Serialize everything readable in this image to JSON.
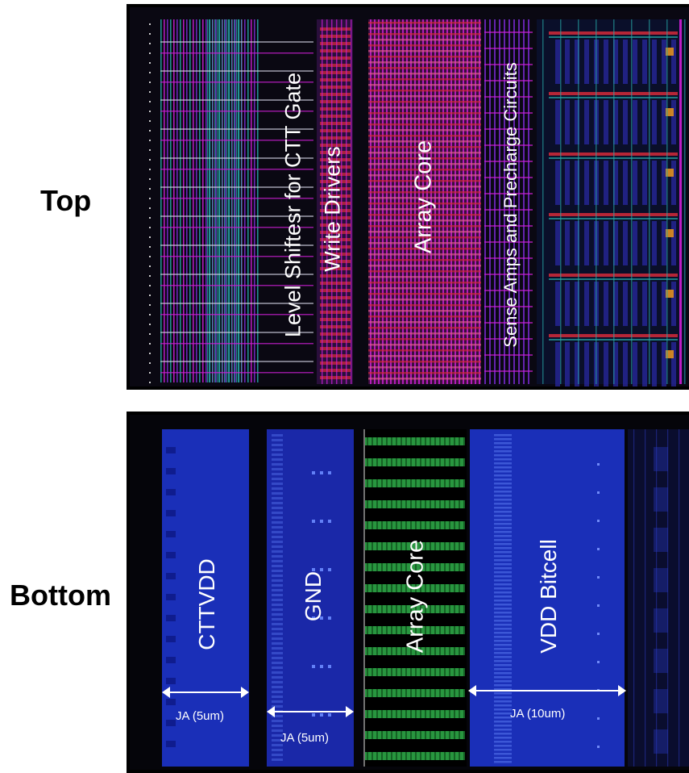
{
  "labels": {
    "top": "Top",
    "bottom": "Bottom"
  },
  "top_panel": {
    "regions": {
      "level_shifter": "Level Shiftesr for CTT Gate",
      "write_drivers": "Write Drivers",
      "array_core": "Array Core",
      "sense_amps": "Sense Amps and Precharge Circuits"
    }
  },
  "bottom_panel": {
    "regions": {
      "cttvdd": "CTTVDD",
      "gnd": "GND",
      "array_core": "Array Core",
      "vdd_bitcell": "VDD Bitcell"
    },
    "dimensions": {
      "cttvdd_width": "JA (5um)",
      "gnd_width": "JA (5um)",
      "vdd_bitcell_width": "JA (10um)"
    }
  },
  "colors": {
    "metal_blue": "#1a2fb8",
    "magenta": "#d01fd8",
    "purple": "#7a2bd4",
    "teal": "#27a6a6",
    "red": "#d42a3a",
    "green": "#2fb04a",
    "background": "#000000"
  }
}
